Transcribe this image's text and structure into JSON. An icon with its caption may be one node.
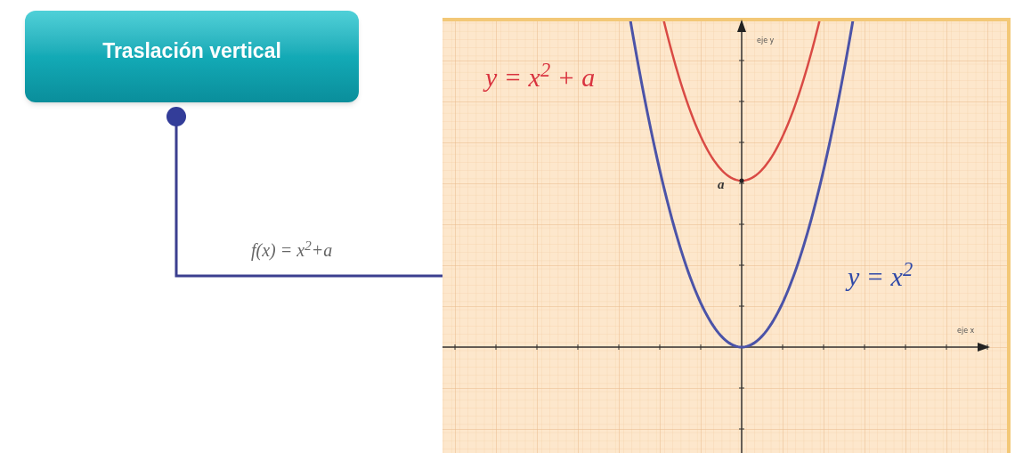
{
  "diagram": {
    "nodes": [
      {
        "text": [
          "Traslación vertical"
        ]
      },
      {
        "text": [],
        "shape": "picture"
      }
    ],
    "edges": [
      {
        "from": 0,
        "to": 1,
        "arrow": "other",
        "label": "f(x) = x$^{2}$+a"
      }
    ],
    "labels": [
      "eje y",
      "y = x$^{2}$ + a",
      "a",
      "y = x$^{2}$",
      "eje x"
    ]
  }
}
